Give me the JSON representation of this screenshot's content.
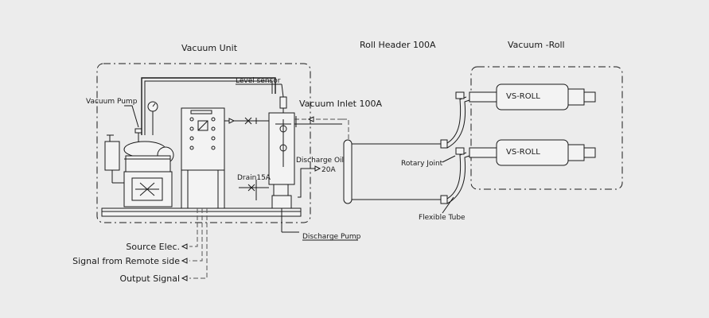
{
  "diagram": {
    "sections": {
      "vacuum_unit": "Vacuum Unit",
      "roll_header": "Roll Header 100A",
      "vacuum_roll": "Vacuum -Roll"
    },
    "labels": {
      "vacuum_pump": "Vacuum Pump",
      "level_sensor": "Level sensor",
      "vacuum_inlet": "Vacuum Inlet 100A",
      "discharge_oil": "Discharge Oil",
      "discharge_oil_size": "20A",
      "drain": "Drain15A",
      "discharge_pump": "Discharge Pump",
      "rotary_joint": "Rotary Joint",
      "flexible_tube": "Flexible Tube",
      "roll_1": "VS-ROLL",
      "roll_2": "VS-ROLL"
    },
    "signals": [
      {
        "label": "Source Elec."
      },
      {
        "label": "Signal from Remote side"
      },
      {
        "label": "Output Signal"
      }
    ]
  }
}
